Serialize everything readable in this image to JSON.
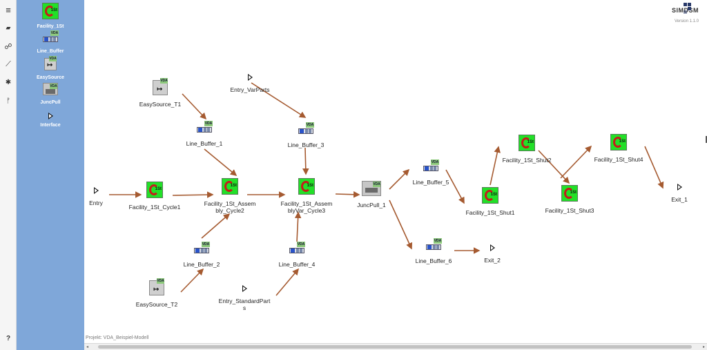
{
  "rail": {
    "items": [
      {
        "name": "menu-icon",
        "glyph": "≡"
      },
      {
        "name": "folder-open-icon",
        "glyph": "▰"
      },
      {
        "name": "hierarchy-icon",
        "glyph": "☍"
      },
      {
        "name": "chart-line-icon",
        "glyph": "⟋"
      },
      {
        "name": "gear-icon",
        "glyph": "✱"
      },
      {
        "name": "branch-icon",
        "glyph": "ᚠ"
      }
    ],
    "help": "?"
  },
  "palette": {
    "items": [
      {
        "label": "Facility_1St",
        "icon": "facility-icon"
      },
      {
        "label": "Line_Buffer",
        "icon": "line-buffer-icon"
      },
      {
        "label": "EasySource",
        "icon": "easy-source-icon"
      },
      {
        "label": "JuncPull",
        "icon": "junc-pull-icon"
      },
      {
        "label": "Interface",
        "icon": "interface-icon"
      }
    ]
  },
  "logo": {
    "name": "SIMDSM",
    "version": "Version 1.1.0"
  },
  "nodes": [
    {
      "id": "easysource_t1",
      "label": "EasySource_T1",
      "type": "source"
    },
    {
      "id": "entry_varparts",
      "label": "Entry_VarParts",
      "type": "interface"
    },
    {
      "id": "line_buffer_1",
      "label": "Line_Buffer_1",
      "type": "buffer"
    },
    {
      "id": "line_buffer_3",
      "label": "Line_Buffer_3",
      "type": "buffer"
    },
    {
      "id": "entry",
      "label": "Entry",
      "type": "interface"
    },
    {
      "id": "facility_cycle1",
      "label": "Facility_1St_Cycle1",
      "type": "facility"
    },
    {
      "id": "facility_assembly_cycle2",
      "label": "Facility_1St_Assem bly_Cycle2",
      "type": "facility"
    },
    {
      "id": "facility_assemblyvar_cycle3",
      "label": "Facility_1St_Assem blyVar_Cycle3",
      "type": "facility"
    },
    {
      "id": "juncpull_1",
      "label": "JuncPull_1",
      "type": "junc"
    },
    {
      "id": "line_buffer_5",
      "label": "Line_Buffer_5",
      "type": "buffer"
    },
    {
      "id": "facility_shut1",
      "label": "Facility_1St_Shut1",
      "type": "facility"
    },
    {
      "id": "facility_shut2",
      "label": "Facility_1St_Shut2",
      "type": "facility"
    },
    {
      "id": "facility_shut3",
      "label": "Facility_1St_Shut3",
      "type": "facility"
    },
    {
      "id": "facility_shut4",
      "label": "Facility_1St_Shut4",
      "type": "facility"
    },
    {
      "id": "exit_1",
      "label": "Exit_1",
      "type": "interface"
    },
    {
      "id": "line_buffer_2",
      "label": "Line_Buffer_2",
      "type": "buffer"
    },
    {
      "id": "line_buffer_4",
      "label": "Line_Buffer_4",
      "type": "buffer"
    },
    {
      "id": "line_buffer_6",
      "label": "Line_Buffer_6",
      "type": "buffer"
    },
    {
      "id": "exit_2",
      "label": "Exit_2",
      "type": "interface"
    },
    {
      "id": "easysource_t2",
      "label": "EasySource_T2",
      "type": "source"
    },
    {
      "id": "entry_standardparts",
      "label": "Entry_StandardPart s",
      "type": "interface"
    }
  ],
  "project": {
    "label": "Projekt: VDA_Beispiel-Modell"
  },
  "colors": {
    "wire": "#a55a30",
    "palette_bg": "#7fa7d9",
    "facility_green": "#22e028"
  }
}
